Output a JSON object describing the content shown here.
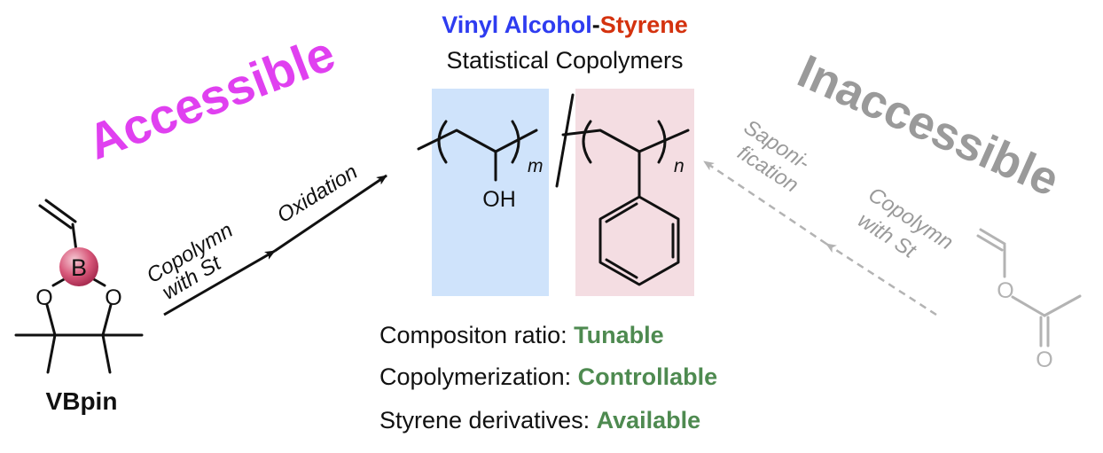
{
  "title": {
    "part1": "Vinyl Alcohol",
    "sep": "-",
    "part2": "Styrene",
    "line2": "Statistical Copolymers"
  },
  "left": {
    "heading": "Accessible",
    "monomer_label": "VBpin",
    "boron_atom": "B",
    "oxygen_1": "O",
    "oxygen_2": "O",
    "step1_line1": "Copolymn",
    "step1_line2": "with St",
    "step2": "Oxidation"
  },
  "right": {
    "heading": "Inaccessible",
    "step_a_line1": "Saponi-",
    "step_a_line2": "fication",
    "step_b_line1": "Copolymn",
    "step_b_line2": "with St",
    "oxygen_ester": "O",
    "oxygen_carbonyl": "O"
  },
  "polymer": {
    "hydroxyl": "OH",
    "subscript_m": "m",
    "subscript_n": "n"
  },
  "features": [
    {
      "label": "Compositon ratio: ",
      "value": "Tunable"
    },
    {
      "label": "Copolymerization: ",
      "value": "Controllable"
    },
    {
      "label": "Styrene derivatives: ",
      "value": "Available"
    }
  ],
  "colors": {
    "vinyl_alcohol": "#2e3cf0",
    "styrene": "#d4320e",
    "accessible": "#e040f0",
    "inaccessible": "#9a9a9a",
    "highlight_value": "#4e8a50",
    "pva_box": "#cfe3fb",
    "ps_box": "#f4dde2",
    "boron_ball": "#c23a62"
  }
}
